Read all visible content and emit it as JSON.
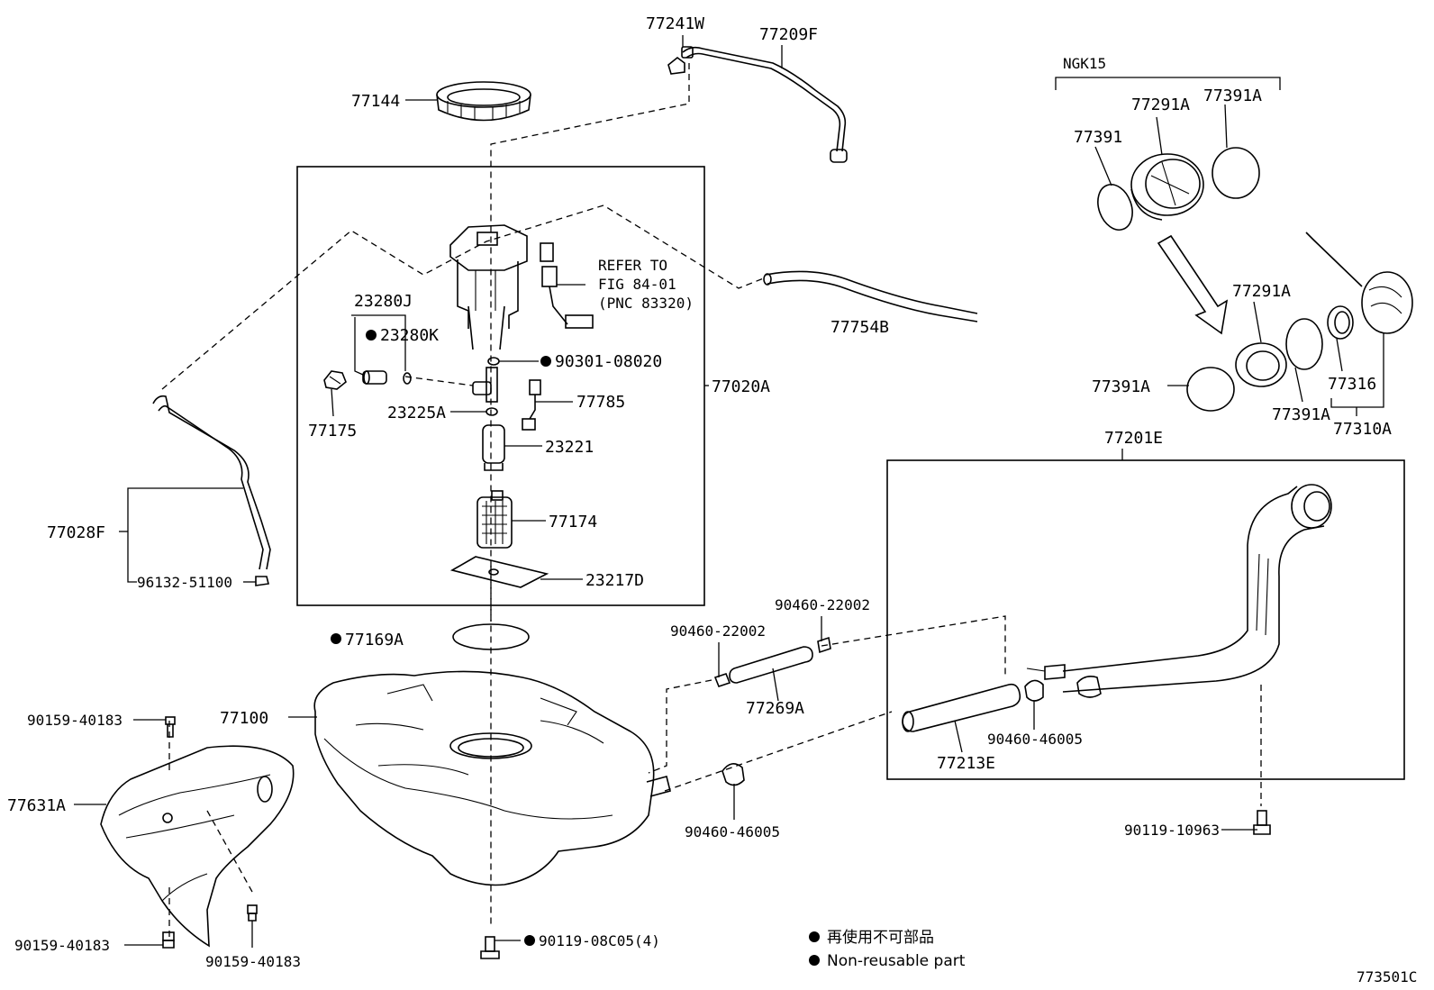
{
  "diagram_id": "773501C",
  "group_label": "NGK15",
  "refer_note": {
    "line1": "REFER TO",
    "line2": "FIG 84-01",
    "line3": "(PNC 83320)"
  },
  "legend": {
    "jp": "再使用不可部品",
    "en": "Non-reusable part"
  },
  "labels": {
    "p77241W": "77241W",
    "p77209F": "77209F",
    "p77144": "77144",
    "p23280J": "23280J",
    "p23280K": "23280K",
    "p90301_08020": "90301-08020",
    "p77175": "77175",
    "p23225A": "23225A",
    "p77785": "77785",
    "p23221": "23221",
    "p77174": "77174",
    "p23217D": "23217D",
    "p77020A": "77020A",
    "p77754B": "77754B",
    "p77028F": "77028F",
    "p96132_51100": "96132-51100",
    "p77169A": "77169A",
    "p77100": "77100",
    "p90159_40183_a": "90159-40183",
    "p77631A": "77631A",
    "p90159_40183_b": "90159-40183",
    "p90159_40183_c": "90159-40183",
    "p90119_08C05": "90119-08C05(4)",
    "p90460_22002_a": "90460-22002",
    "p90460_22002_b": "90460-22002",
    "p77269A": "77269A",
    "p90460_46005_a": "90460-46005",
    "p90460_46005_b": "90460-46005",
    "p77213E": "77213E",
    "p77201E": "77201E",
    "p90119_10963": "90119-10963",
    "p77391": "77391",
    "p77291A_top": "77291A",
    "p77391A_top": "77391A",
    "p77291A_mid": "77291A",
    "p77391A_left": "77391A",
    "p77391A_right": "77391A",
    "p77316": "77316",
    "p77310A": "77310A"
  }
}
